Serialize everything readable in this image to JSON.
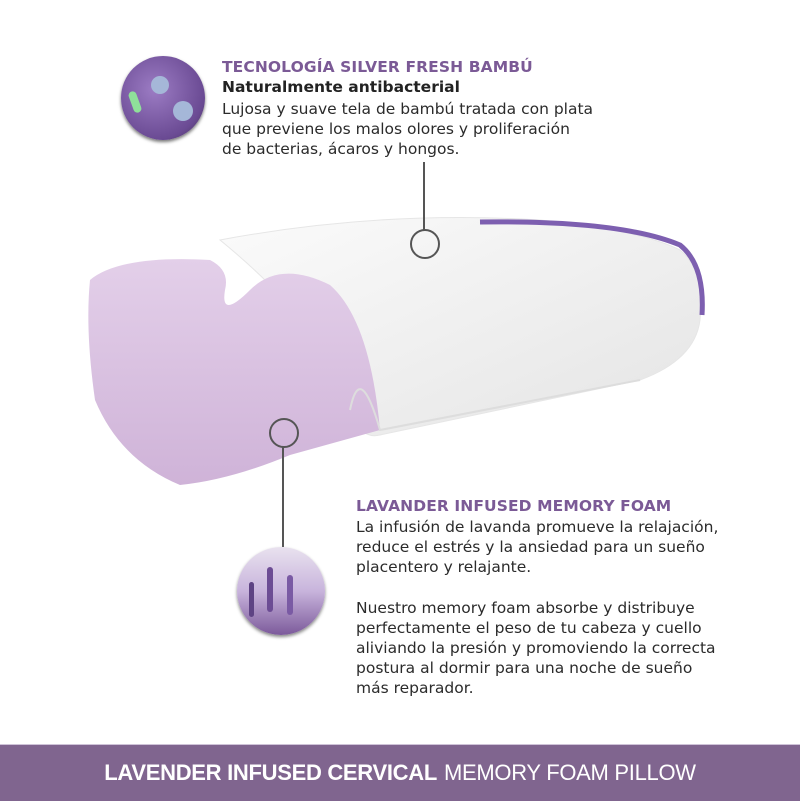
{
  "top_feature": {
    "heading": "TECNOLOGÍA SILVER FRESH BAMBÚ",
    "subheading": "Naturalmente antibacterial",
    "lines": [
      "Lujosa y suave tela de bambú tratada con plata",
      "que previene los malos olores y proliferación",
      "de bacterias, ácaros y hongos."
    ],
    "icon": "bacteria-icon"
  },
  "bottom_feature": {
    "heading": "LAVANDER INFUSED MEMORY FOAM",
    "paragraph1": [
      "La infusión de lavanda promueve la relajación,",
      "reduce el estrés y la ansiedad para un sueño",
      "placentero y relajante."
    ],
    "paragraph2": [
      "Nuestro memory foam absorbe y distribuye",
      "perfectamente el peso de tu cabeza y cuello",
      "aliviando la presión y promoviendo la correcta",
      "postura al dormir para una noche de sueño",
      "más reparador."
    ],
    "icon": "lavender-icon"
  },
  "banner": {
    "bold": "LAVENDER INFUSED CERVICAL",
    "light": "MEMORY FOAM PILLOW"
  },
  "colors": {
    "accent": "#7b5a96",
    "banner": "#80658f",
    "foam": "#d7bfdf"
  }
}
